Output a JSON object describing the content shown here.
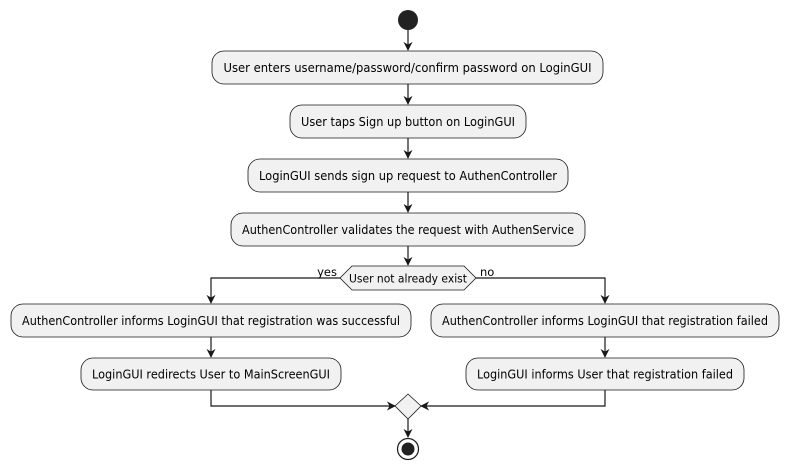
{
  "diagram": {
    "type": "uml-activity",
    "colors": {
      "node_fill": "#f1f1f1",
      "node_stroke": "#181818",
      "edge": "#181818",
      "start": "#222222",
      "background": "#ffffff"
    },
    "actions": {
      "enter_credentials": "User enters username/password/confirm password on LoginGUI",
      "tap_signup": "User taps Sign up button on LoginGUI",
      "send_request": "LoginGUI sends sign up request to AuthenController",
      "validate": "AuthenController validates the request with AuthenService",
      "inform_success": "AuthenController informs LoginGUI that registration was successful",
      "redirect_main": "LoginGUI redirects User to MainScreenGUI",
      "inform_failed": "AuthenController informs LoginGUI that registration failed",
      "user_failed": "LoginGUI informs User that registration failed"
    },
    "decision": {
      "condition": "User not already exist",
      "yes_label": "yes",
      "no_label": "no"
    }
  }
}
